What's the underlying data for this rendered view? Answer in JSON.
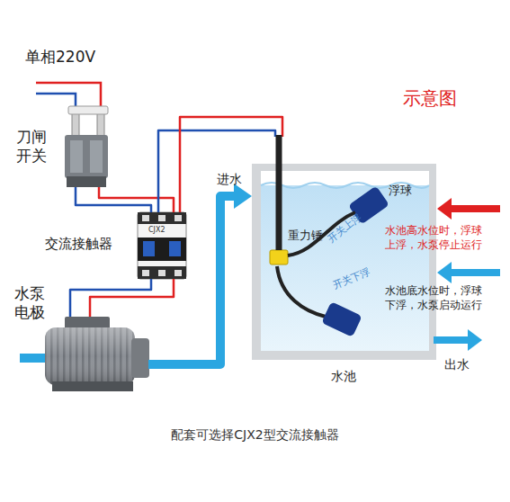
{
  "diagram": {
    "title": "示意图",
    "caption": "配套可选择CJX2型交流接触器",
    "nodes": [
      {
        "text": [
          "刀闸开关"
        ]
      },
      {
        "text": [
          "交流接触器"
        ]
      },
      {
        "text": [
          "水泵电极"
        ]
      },
      {
        "text": [
          "水池"
        ]
      },
      {
        "text": [
          "浮球"
        ],
        "in": 3
      },
      {
        "text": [
          "重力锤"
        ],
        "in": 3
      }
    ],
    "edges": [
      {
        "from": 0,
        "to": 1,
        "arrow": "none"
      },
      {
        "from": 1,
        "to": 2,
        "arrow": "none"
      },
      {
        "from": 1,
        "to": 5,
        "arrow": "none"
      },
      {
        "from": 5,
        "to": 4,
        "arrow": "none"
      },
      {
        "from": 2,
        "to": 3,
        "arrow": "to",
        "label": "进水"
      }
    ],
    "labels": [
      "单相220V",
      "CJX2",
      "开关上浮",
      "开关下浮",
      "水池高水位时，浮球上浮，水泵停止运行",
      "水池底水位时，浮球下浮，水泵启动运行",
      "出水"
    ]
  }
}
